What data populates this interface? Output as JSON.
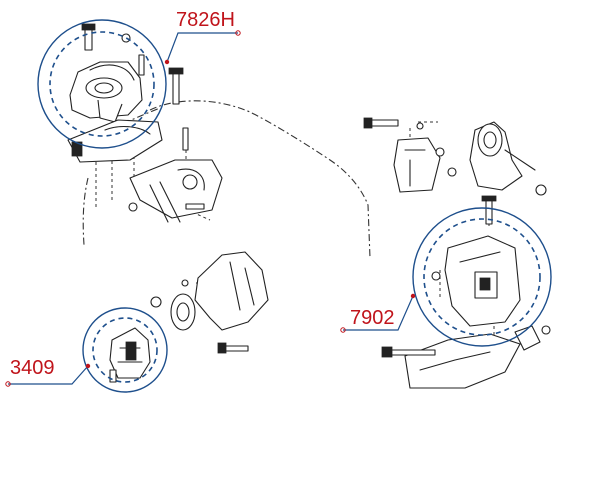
{
  "callouts": {
    "engine_mount_upper": {
      "code": "7826H"
    },
    "engine_mount_rear": {
      "code": "7902"
    },
    "engine_mount_front": {
      "code": "3409"
    }
  },
  "colors": {
    "label_text": "#c0141b",
    "circle_stroke": "#1e4f8c",
    "line_art": "#222222",
    "background": "#ffffff"
  }
}
